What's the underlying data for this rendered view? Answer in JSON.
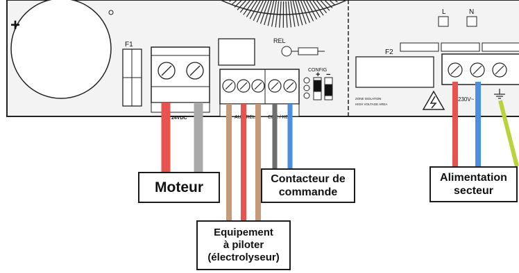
{
  "board": {
    "plus_sign": "+",
    "fuse_left": "F1",
    "fuse_right": "F2",
    "relay_label": "REL",
    "config_label": "CONFIG",
    "config_plus": "+",
    "config_minus": "−",
    "motor_plus": "+",
    "motor_minus": "-",
    "motor_voltage": "24VDC",
    "aux_rel_label": "AUX REL",
    "cde_key_label": "CDE / KEY",
    "mains_l": "L",
    "mains_n": "N",
    "mains_voltage": "230V~",
    "l_terminal": "L",
    "n_terminal": "N",
    "zone_text_1": "ZONE ISOLATION",
    "zone_text_2": "HIGH VOLTAGE AREA",
    "high_voltage_symbol": "high-voltage-warning-icon"
  },
  "labels": {
    "motor": "Moteur",
    "contactor_line1": "Contacteur de",
    "contactor_line2": "commande",
    "mains_line1": "Alimentation",
    "mains_line2": "secteur",
    "equipment_line1": "Equipement",
    "equipment_line2": "à piloter",
    "equipment_line3": "(électrolyseur)"
  },
  "colors": {
    "wire_red": "#e8534f",
    "wire_gray": "#a9a9a9",
    "wire_brown": "#c49a78",
    "wire_dark_gray": "#6e6e6e",
    "wire_blue": "#4a8fe0",
    "wire_green_yellow": "#b8d43a",
    "board_fill": "#f3f3f3",
    "line": "#222222"
  }
}
